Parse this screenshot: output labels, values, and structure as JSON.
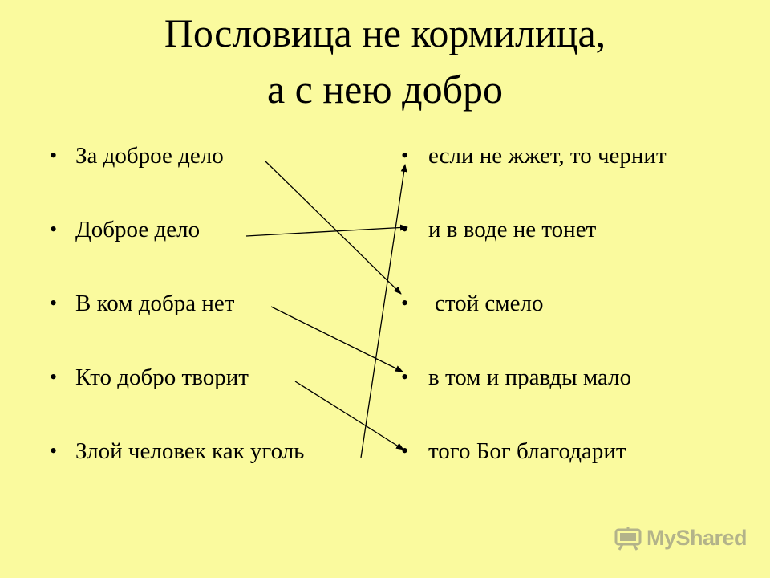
{
  "title": {
    "line1": "Пословица не кормилица,",
    "line2": "а с нею добро"
  },
  "left_items": [
    {
      "text": "За доброе дело"
    },
    {
      "text": "Доброе дело"
    },
    {
      "text": "В ком добра нет"
    },
    {
      "text": "Кто добро творит"
    },
    {
      "text": "Злой человек как уголь"
    }
  ],
  "right_items": [
    {
      "text": "если не жжет, то чернит"
    },
    {
      "text": "и в воде не тонет"
    },
    {
      "text": "стой смело"
    },
    {
      "text": "в том и правды мало"
    },
    {
      "text": "того Бог благодарит"
    }
  ],
  "bullet": "•",
  "matches": [
    {
      "from": 0,
      "to": 2
    },
    {
      "from": 1,
      "to": 1
    },
    {
      "from": 2,
      "to": 3
    },
    {
      "from": 3,
      "to": 4
    },
    {
      "from": 4,
      "to": 0
    }
  ],
  "watermark": {
    "text": "MyShared",
    "icon": "projector-icon"
  },
  "colors": {
    "background": "#fafa9e",
    "text": "#000000",
    "watermark": "#7a7a7a"
  }
}
